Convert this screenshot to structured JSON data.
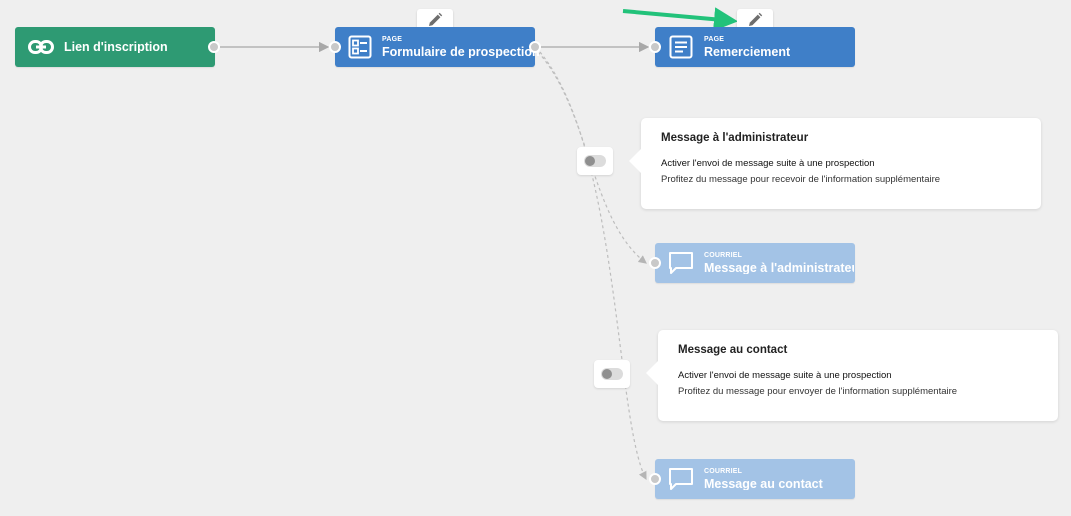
{
  "nodes": {
    "inscription": {
      "title": "Lien d'inscription"
    },
    "formulaire": {
      "kind": "PAGE",
      "title": "Formulaire de prospection"
    },
    "remerciement": {
      "kind": "PAGE",
      "title": "Remerciement"
    },
    "courriel_admin": {
      "kind": "COURRIEL",
      "title": "Message à l'administrateur"
    },
    "courriel_contact": {
      "kind": "COURRIEL",
      "title": "Message au contact"
    }
  },
  "cards": {
    "admin": {
      "title": "Message à l'administrateur",
      "line1": "Activer l'envoi de message suite à une prospection",
      "line2": "Profitez du message pour recevoir de l'information supplémentaire",
      "toggle_on": false
    },
    "contact": {
      "title": "Message au contact",
      "line1": "Activer l'envoi de message suite à une prospection",
      "line2": "Profitez du message pour envoyer de l'information supplémentaire",
      "toggle_on": false
    }
  },
  "icons": {
    "link": "link-icon",
    "form": "form-icon",
    "page": "page-icon",
    "message": "message-icon",
    "edit": "pencil-icon",
    "arrow": "green-arrow-annotation"
  },
  "colors": {
    "green_node": "#2e9a73",
    "blue_node": "#3f7fc8",
    "light_node": "#a3c3e6",
    "annotation_arrow": "#22c27a"
  }
}
